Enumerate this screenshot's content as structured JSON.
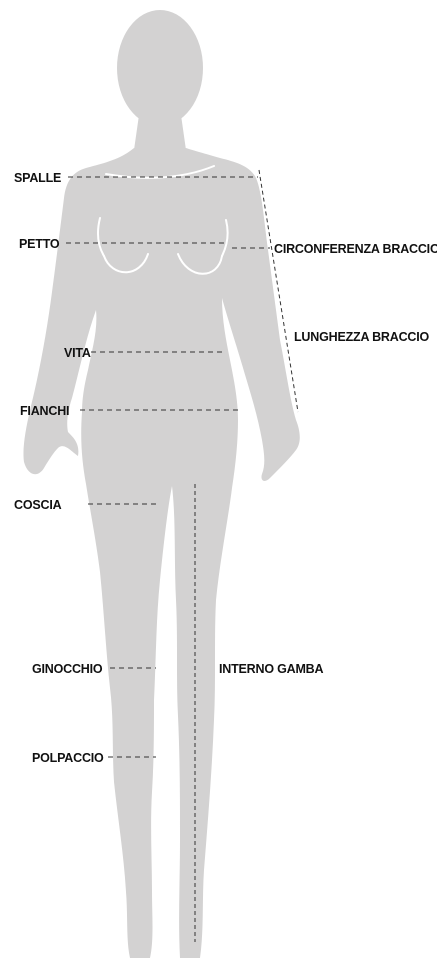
{
  "figure": {
    "body_color": "#d3d2d2",
    "line_color": "#333333",
    "text_color": "#111111",
    "background": "#ffffff"
  },
  "labels": {
    "spalle": "SPALLE",
    "petto": "PETTO",
    "circonferenza_braccio": "CIRCONFERENZA BRACCIO",
    "lunghezza_braccio": "LUNGHEZZA BRACCIO",
    "vita": "VITA",
    "fianchi": "FIANCHI",
    "coscia": "COSCIA",
    "ginocchio": "GINOCCHIO",
    "interno_gamba": "INTERNO GAMBA",
    "polpaccio": "POLPACCIO"
  }
}
